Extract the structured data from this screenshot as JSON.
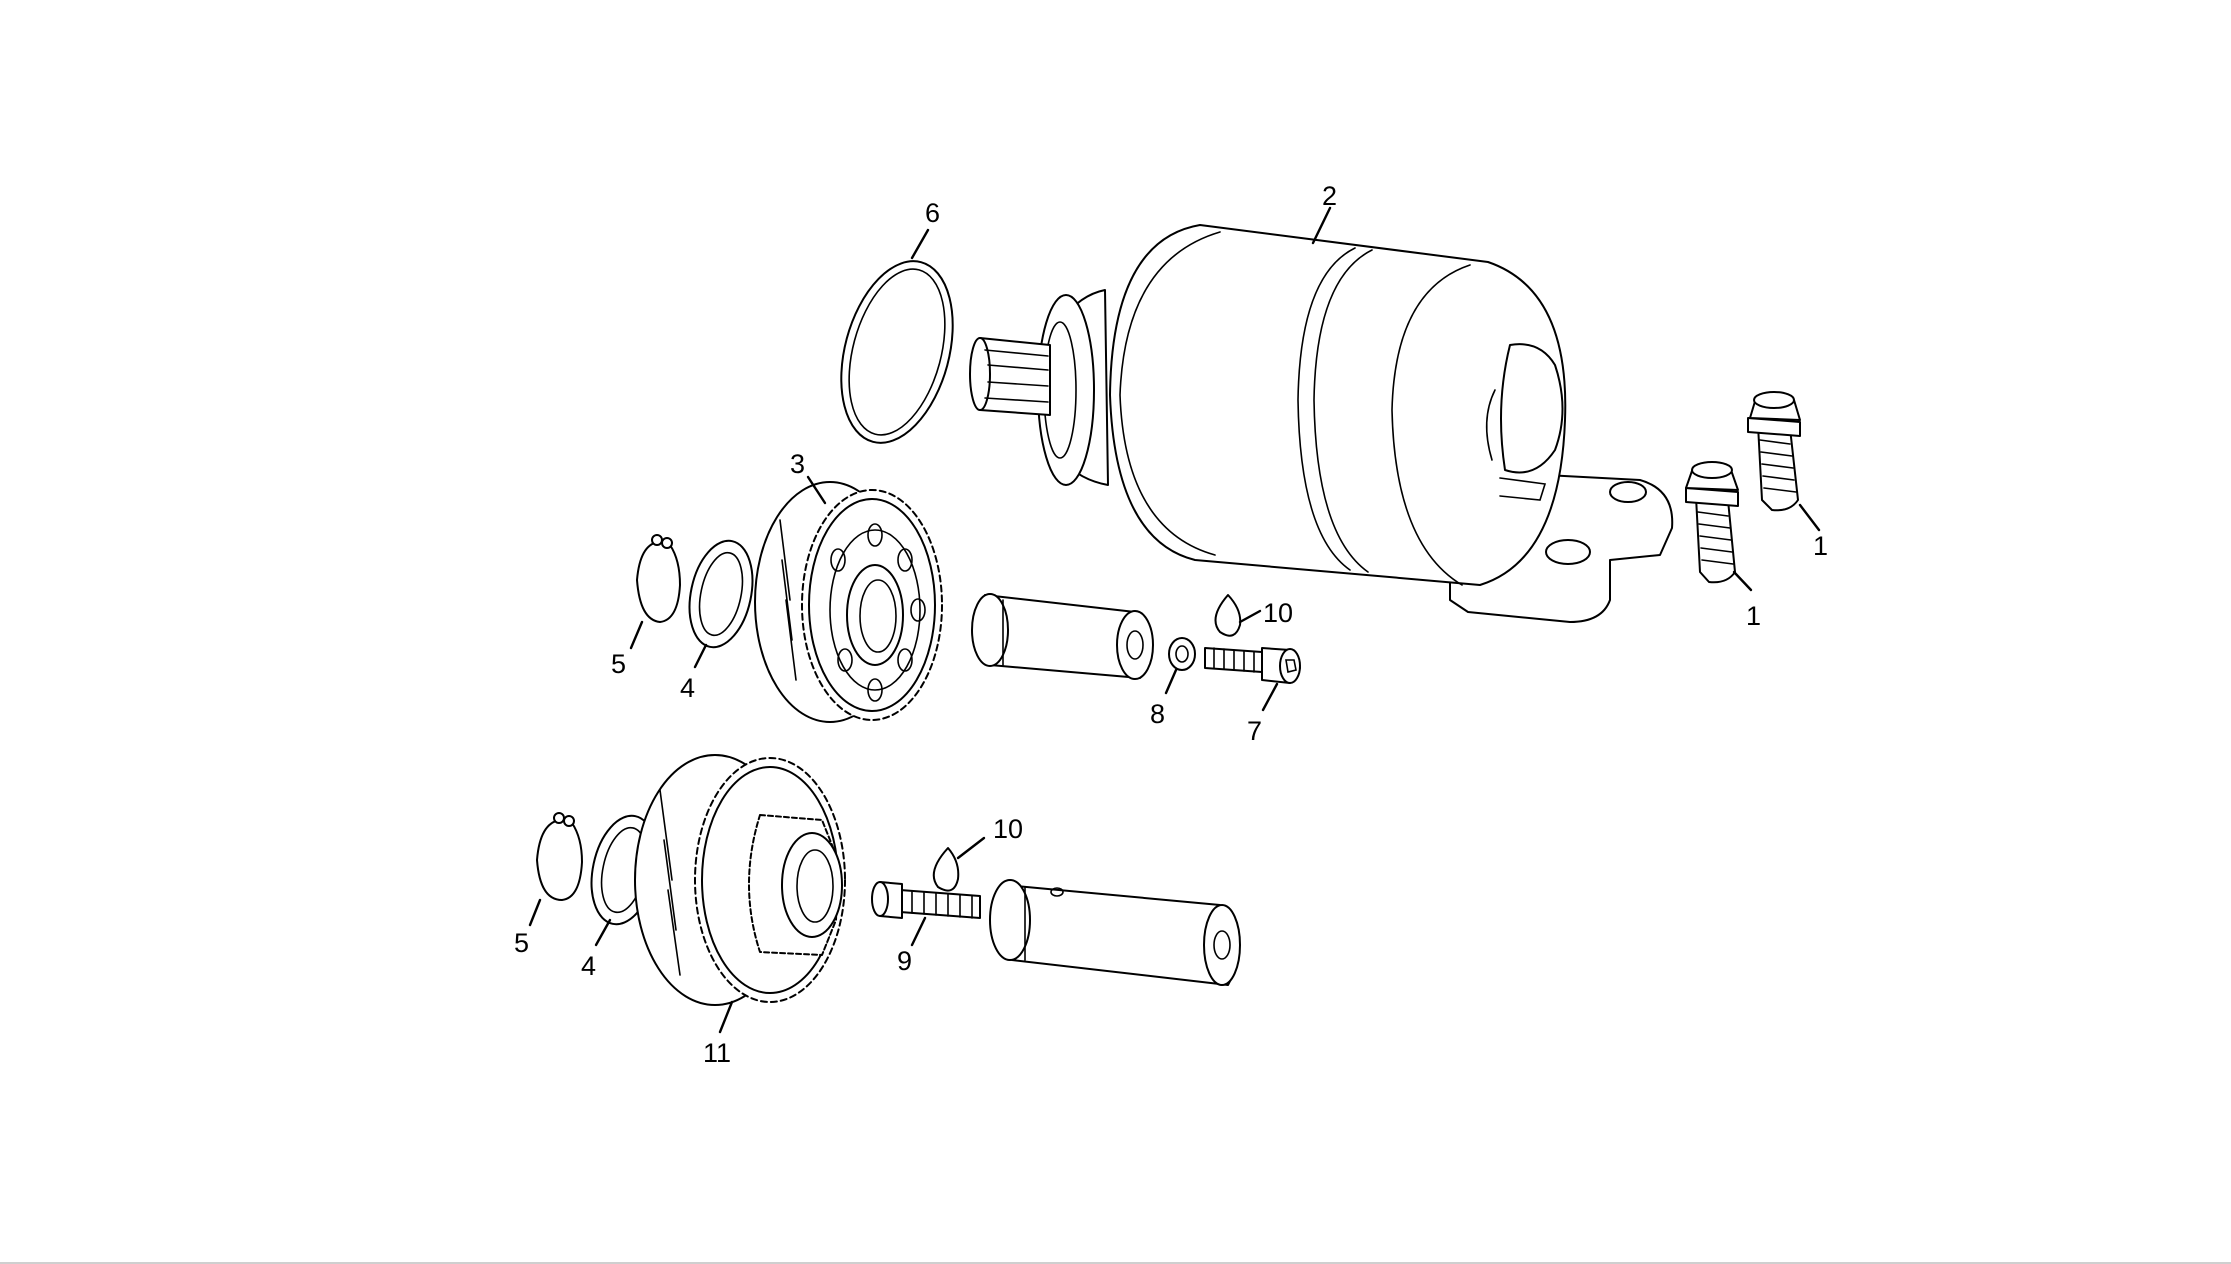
{
  "diagram": {
    "callouts": [
      {
        "id": "bolt_a",
        "label": "1"
      },
      {
        "id": "bolt_b",
        "label": "1"
      },
      {
        "id": "starter_motor",
        "label": "2"
      },
      {
        "id": "gear_upper",
        "label": "3"
      },
      {
        "id": "washer_upper",
        "label": "4"
      },
      {
        "id": "washer_lower",
        "label": "4"
      },
      {
        "id": "circlip_upper",
        "label": "5"
      },
      {
        "id": "circlip_lower",
        "label": "5"
      },
      {
        "id": "oring",
        "label": "6"
      },
      {
        "id": "screw_upper",
        "label": "7"
      },
      {
        "id": "small_washer",
        "label": "8"
      },
      {
        "id": "screw_lower",
        "label": "9"
      },
      {
        "id": "oil_upper",
        "label": "10"
      },
      {
        "id": "oil_lower",
        "label": "10"
      },
      {
        "id": "gear_lower",
        "label": "11"
      }
    ]
  }
}
